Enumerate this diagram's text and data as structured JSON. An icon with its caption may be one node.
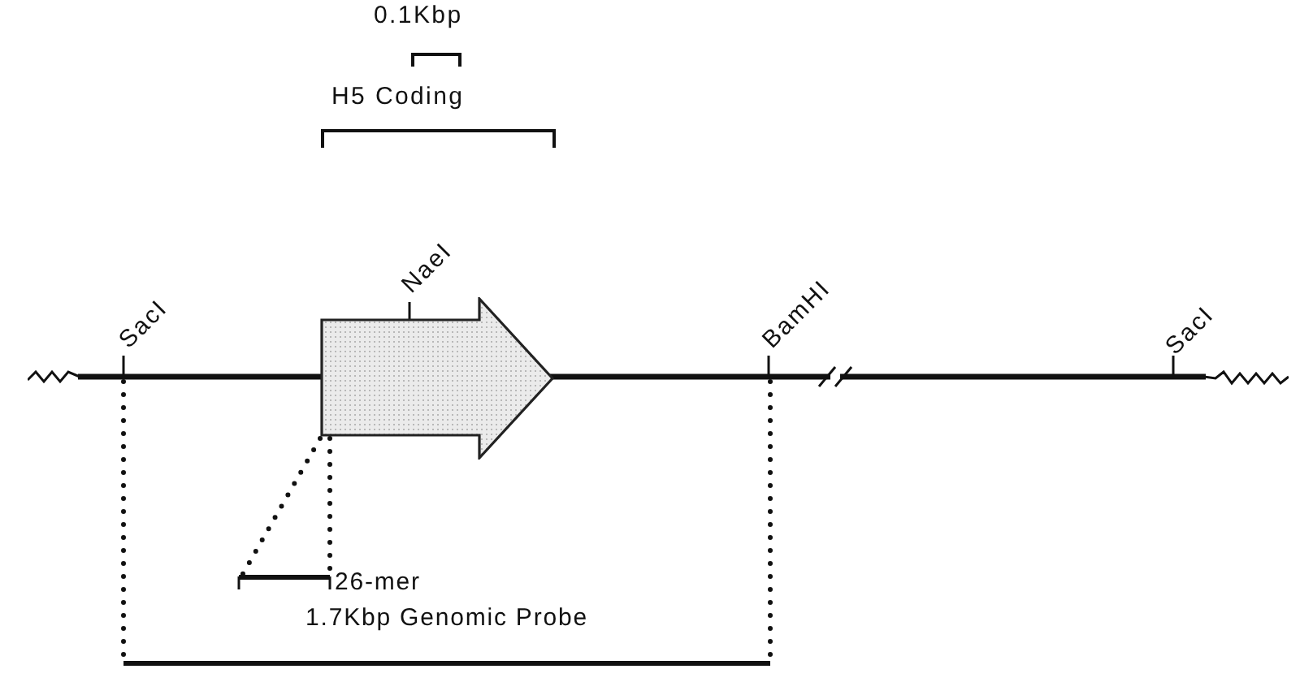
{
  "diagram": {
    "nodes": [
      {
        "text": [],
        "shape": "line"
      },
      {
        "text": [],
        "shape": "arrow"
      },
      {
        "text": [
          "26-mer"
        ]
      },
      {
        "text": [
          "1.7Kbp Genomic Probe"
        ]
      }
    ],
    "edges": [
      {
        "from": 1,
        "to": 2,
        "arrow": "none",
        "style": "dashed"
      },
      {
        "from": 1,
        "to": 2,
        "arrow": "none",
        "style": "dashed"
      },
      {
        "from": 0,
        "to": 3,
        "arrow": "none",
        "style": "dashed"
      },
      {
        "from": 0,
        "to": 3,
        "arrow": "none",
        "style": "dashed"
      }
    ],
    "labels": [
      "0.1Kbp",
      "H5 Coding",
      "SacI",
      "NaeI",
      "BamHI",
      "SacI"
    ]
  }
}
